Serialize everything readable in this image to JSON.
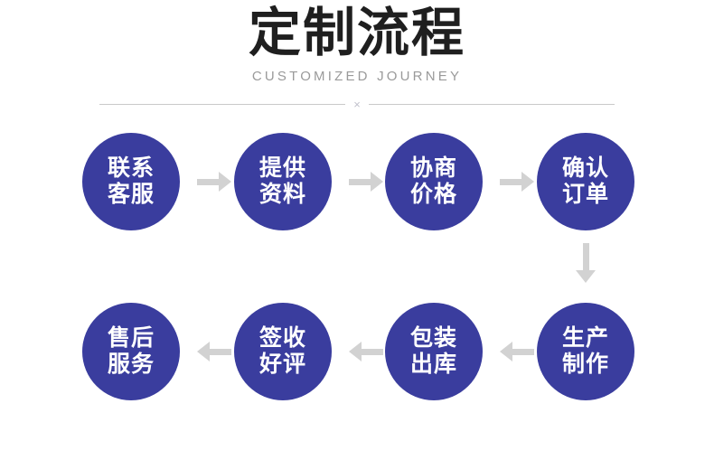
{
  "header": {
    "title": "定制流程",
    "subtitle": "CUSTOMIZED JOURNEY",
    "divider_mark": "×"
  },
  "theme": {
    "node_fill": "#3A3D9E",
    "node_text": "#FFFFFF",
    "arrow_color": "#D2D2D2",
    "title_color": "#1F1F1F",
    "subtitle_color": "#9A9A9A",
    "divider_color": "#C9C9C9",
    "background": "#FFFFFF"
  },
  "flow": {
    "steps": [
      {
        "index": 1,
        "line1": "联系",
        "line2": "客服"
      },
      {
        "index": 2,
        "line1": "提供",
        "line2": "资料"
      },
      {
        "index": 3,
        "line1": "协商",
        "line2": "价格"
      },
      {
        "index": 4,
        "line1": "确认",
        "line2": "订单"
      },
      {
        "index": 5,
        "line1": "生产",
        "line2": "制作"
      },
      {
        "index": 6,
        "line1": "包装",
        "line2": "出库"
      },
      {
        "index": 7,
        "line1": "签收",
        "line2": "好评"
      },
      {
        "index": 8,
        "line1": "售后",
        "line2": "服务"
      }
    ],
    "connectors": [
      {
        "from": 1,
        "to": 2,
        "direction": "right"
      },
      {
        "from": 2,
        "to": 3,
        "direction": "right"
      },
      {
        "from": 3,
        "to": 4,
        "direction": "right"
      },
      {
        "from": 4,
        "to": 5,
        "direction": "down"
      },
      {
        "from": 5,
        "to": 6,
        "direction": "left"
      },
      {
        "from": 6,
        "to": 7,
        "direction": "left"
      },
      {
        "from": 7,
        "to": 8,
        "direction": "left"
      }
    ]
  }
}
